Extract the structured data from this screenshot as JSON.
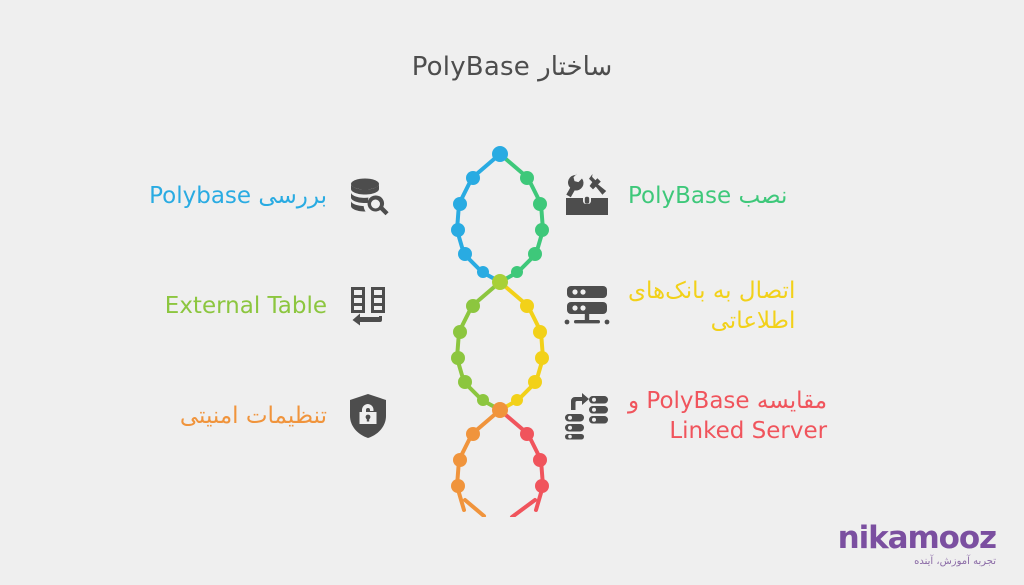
{
  "page": {
    "title": "ساختار PolyBase",
    "background_color": "#efefef"
  },
  "left_column": {
    "items": [
      {
        "label": "بررسی Polybase",
        "color": "#29abe2",
        "icon": "database-search-icon"
      },
      {
        "label": "External Table",
        "color": "#8cc63f",
        "icon": "external-table-icon"
      },
      {
        "label": "تنظیمات امنیتی",
        "color": "#f0943c",
        "icon": "shield-lock-icon"
      }
    ]
  },
  "right_column": {
    "items": [
      {
        "label": "نصب PolyBase",
        "color": "#3ec87a",
        "icon": "toolbox-icon"
      },
      {
        "label": "اتصال به بانک‌های\nاطلاعاتی",
        "color": "#f2d119",
        "icon": "server-network-icon"
      },
      {
        "label": "مقایسه PolyBase و\nLinked Server",
        "color": "#f0545c",
        "icon": "data-migration-icon"
      }
    ]
  },
  "dna": {
    "name": "dna-helix-graphic",
    "segments": [
      {
        "left_color": "#29abe2",
        "right_color": "#3ec87a"
      },
      {
        "left_color": "#8cc63f",
        "right_color": "#f2d119"
      },
      {
        "left_color": "#f0943c",
        "right_color": "#f0545c"
      }
    ]
  },
  "brand": {
    "wordmark": "nikamooz",
    "tagline": "تجربه آموزش، آینده",
    "color": "#7b4fa0"
  }
}
